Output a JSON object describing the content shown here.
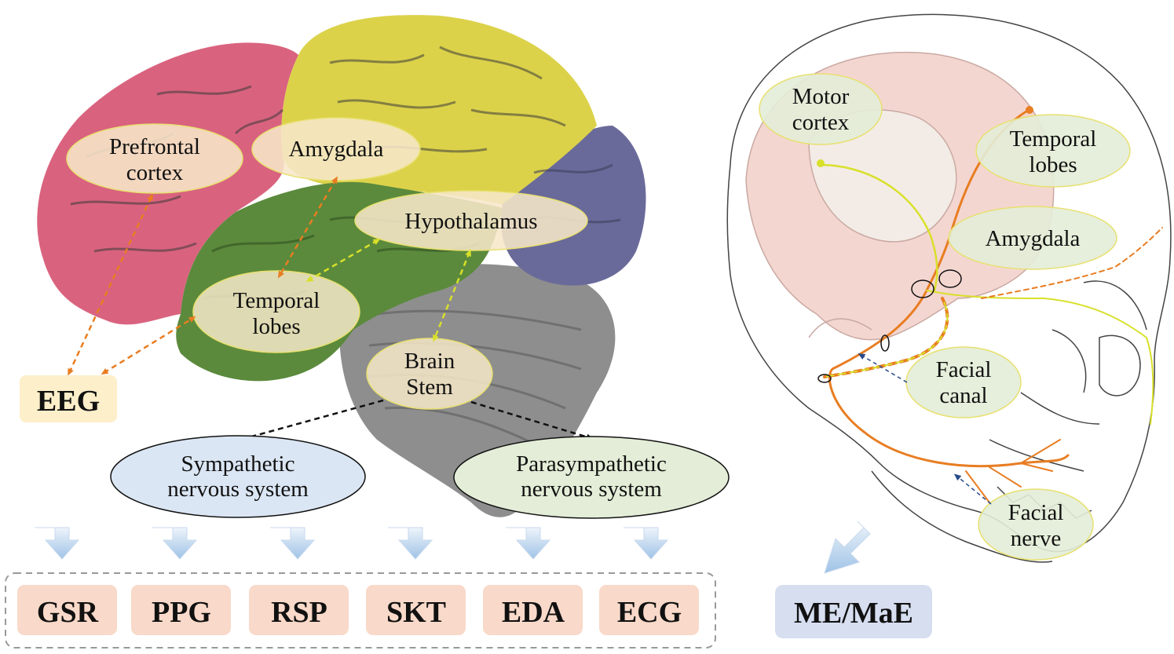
{
  "brain_labels": {
    "prefrontal_line1": "Prefrontal",
    "prefrontal_line2": "cortex",
    "amygdala": "Amygdala",
    "hypothalamus": "Hypothalamus",
    "temporal_line1": "Temporal",
    "temporal_line2": "lobes",
    "brainstem_line1": "Brain",
    "brainstem_line2": "Stem"
  },
  "eeg": "EEG",
  "sympathetic_line1": "Sympathetic",
  "sympathetic_line2": "nervous system",
  "parasympathetic_line1": "Parasympathetic",
  "parasympathetic_line2": "nervous system",
  "signals": [
    "GSR",
    "PPG",
    "RSP",
    "SKT",
    "EDA",
    "ECG"
  ],
  "skull_labels": {
    "motor_line1": "Motor",
    "motor_line2": "cortex",
    "temporal_line1": "Temporal",
    "temporal_line2": "lobes",
    "amygdala": "Amygdala",
    "canal_line1": "Facial",
    "canal_line2": "canal",
    "nerve_line1": "Facial",
    "nerve_line2": "nerve"
  },
  "output": "ME/MaE",
  "colors": {
    "frontal": "#d9637f",
    "parietal": "#dcd24a",
    "temporal": "#5b8a3c",
    "occipital": "#6a6a9a",
    "cerebellum": "#8e8e8e",
    "label_fill": "#f6e7c8",
    "eeg_box": "#fcefc9",
    "signal_box": "#f9d9c9",
    "output_box": "#d6def0",
    "sympathetic": "#dbe6f4",
    "parasympathetic": "#e3edd7",
    "orange_arrow": "#e87d22",
    "yellow_arrow": "#d8e02a"
  }
}
